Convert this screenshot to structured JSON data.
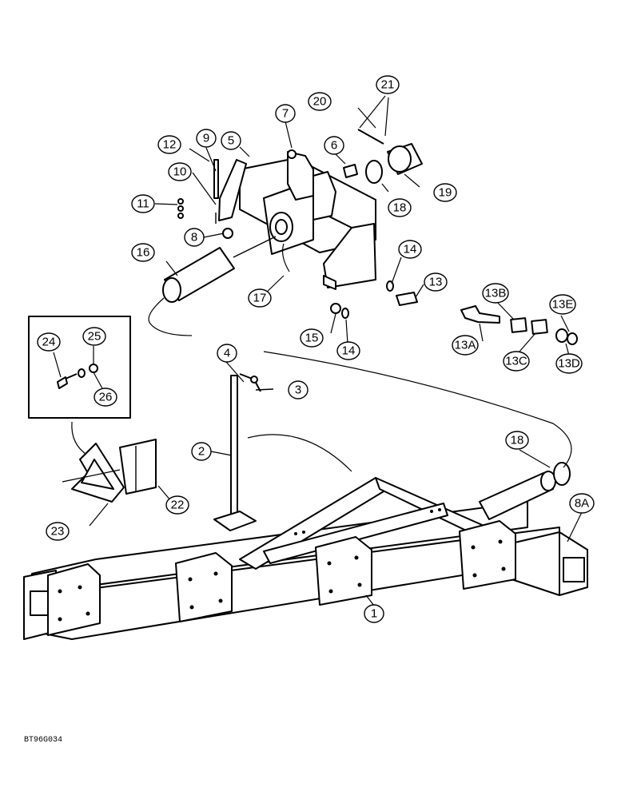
{
  "figure_code": "BT96G034",
  "callouts": {
    "c1": "1",
    "c2": "2",
    "c3": "3",
    "c4": "4",
    "c5": "5",
    "c6": "6",
    "c7": "7",
    "c8": "8",
    "c8A": "8A",
    "c9": "9",
    "c10": "10",
    "c11": "11",
    "c12": "12",
    "c13": "13",
    "c13A": "13A",
    "c13B": "13B",
    "c13C": "13C",
    "c13D": "13D",
    "c13E": "13E",
    "c14a": "14",
    "c14b": "14",
    "c15": "15",
    "c16": "16",
    "c17": "17",
    "c18a": "18",
    "c18b": "18",
    "c19": "19",
    "c20": "20",
    "c21": "21",
    "c22": "22",
    "c23": "23",
    "c24": "24",
    "c25": "25",
    "c26": "26"
  }
}
